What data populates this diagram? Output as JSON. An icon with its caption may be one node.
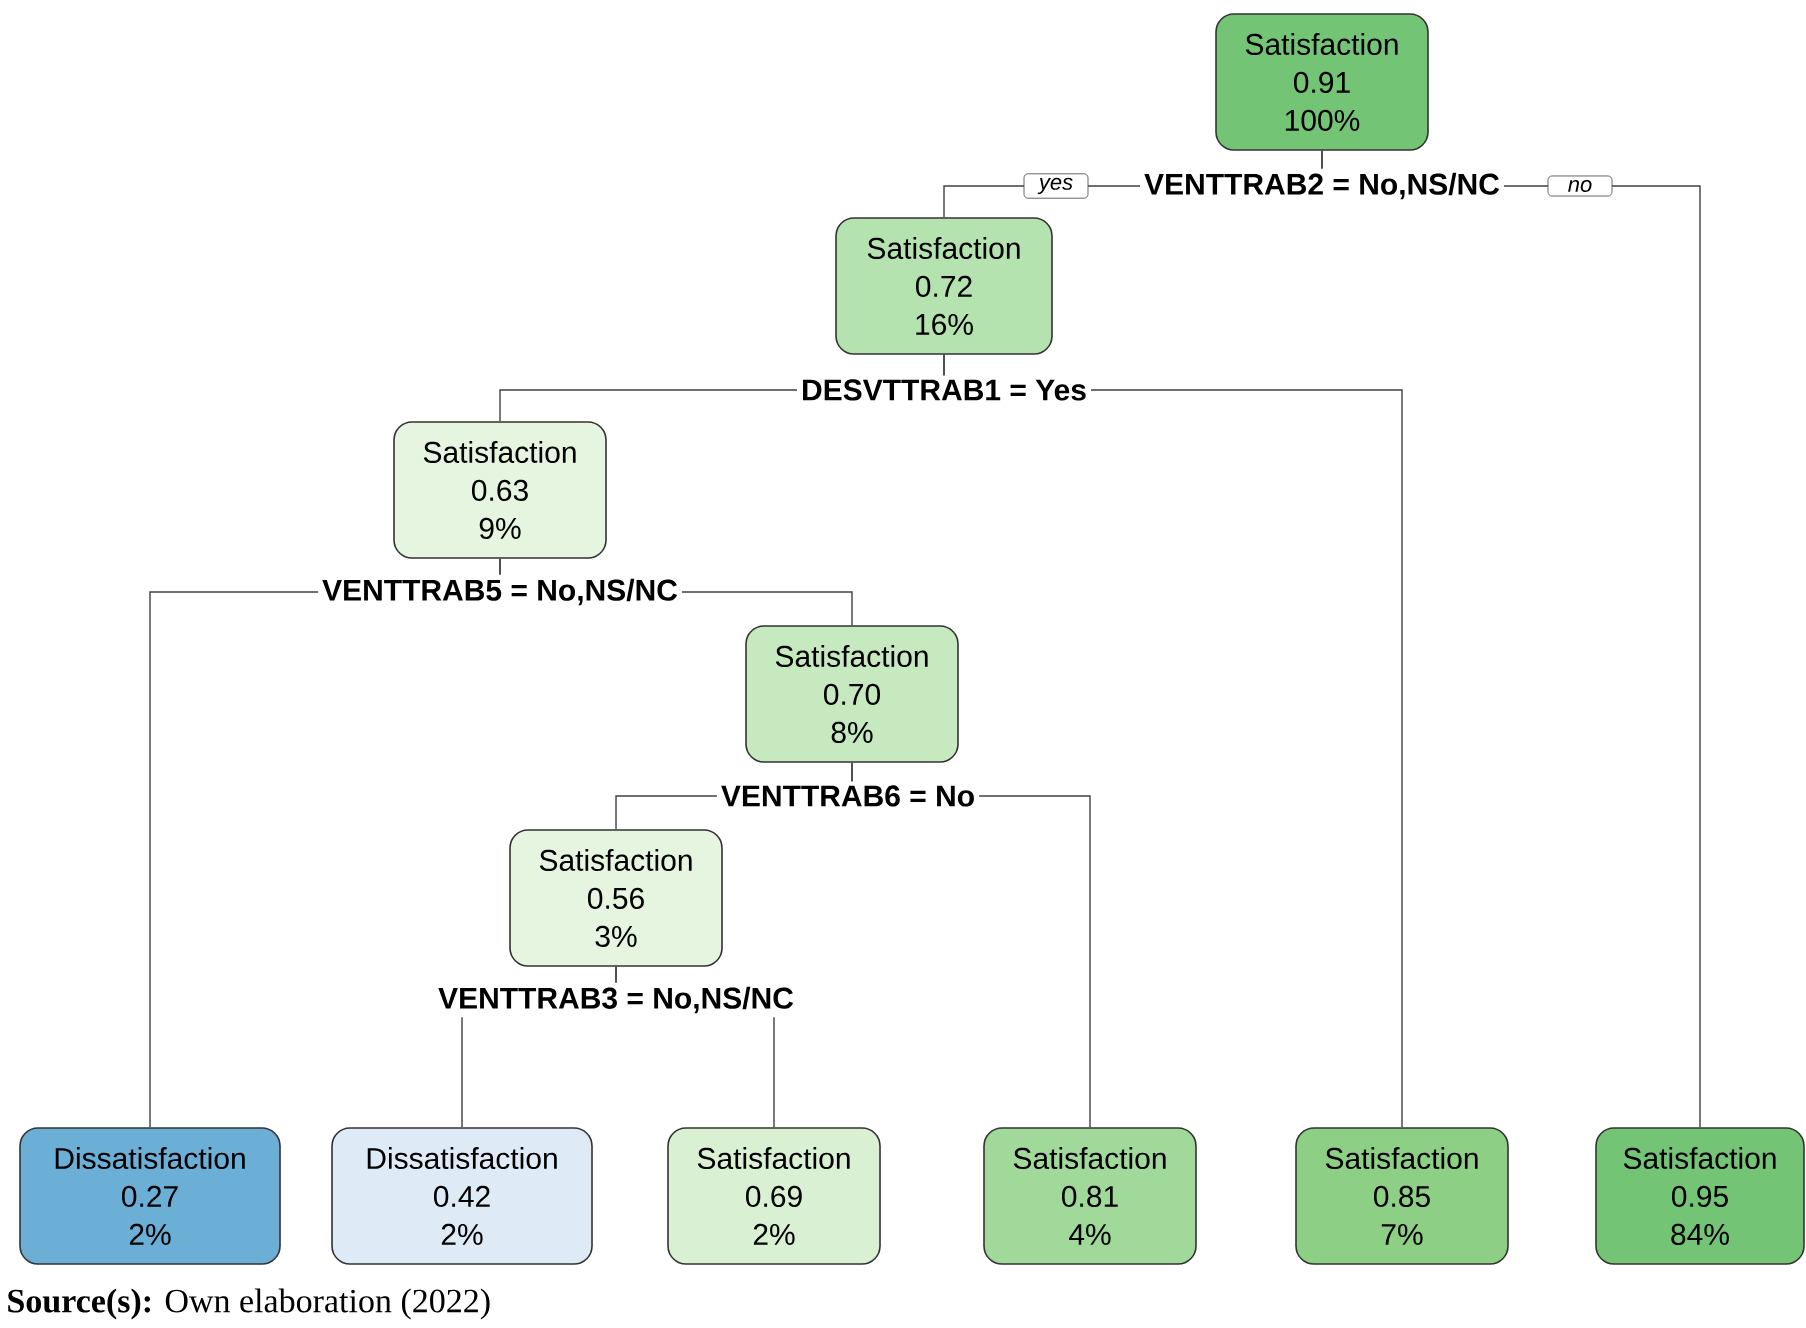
{
  "diagram": {
    "caption": "**Source(s):** Own elaboration (2022)",
    "nodes": [
      {
        "text": [
          "Satisfaction",
          "0.91",
          "100%"
        ]
      },
      {
        "text": [
          "Satisfaction",
          "0.72",
          "16%"
        ]
      },
      {
        "text": [
          "Satisfaction",
          "0.63",
          "9%"
        ]
      },
      {
        "text": [
          "Satisfaction",
          "0.70",
          "8%"
        ]
      },
      {
        "text": [
          "Satisfaction",
          "0.56",
          "3%"
        ]
      },
      {
        "text": [
          "Dissatisfaction",
          "0.27",
          "2%"
        ]
      },
      {
        "text": [
          "Dissatisfaction",
          "0.42",
          "2%"
        ]
      },
      {
        "text": [
          "Satisfaction",
          "0.69",
          "2%"
        ]
      },
      {
        "text": [
          "Satisfaction",
          "0.81",
          "4%"
        ]
      },
      {
        "text": [
          "Satisfaction",
          "0.85",
          "7%"
        ]
      },
      {
        "text": [
          "Satisfaction",
          "0.95",
          "84%"
        ]
      }
    ],
    "edges": [
      {
        "from": 0,
        "to": 1,
        "arrow": "none",
        "label": "yes"
      },
      {
        "from": 0,
        "to": 10,
        "arrow": "none",
        "label": "no"
      },
      {
        "from": 1,
        "to": 2,
        "arrow": "none"
      },
      {
        "from": 1,
        "to": 9,
        "arrow": "none"
      },
      {
        "from": 2,
        "to": 5,
        "arrow": "none"
      },
      {
        "from": 2,
        "to": 3,
        "arrow": "none"
      },
      {
        "from": 3,
        "to": 4,
        "arrow": "none"
      },
      {
        "from": 3,
        "to": 8,
        "arrow": "none"
      },
      {
        "from": 4,
        "to": 6,
        "arrow": "none"
      },
      {
        "from": 4,
        "to": 7,
        "arrow": "none"
      }
    ],
    "labels": [
      "VENTTRAB2 = No,NS/NC",
      "DESVTTRAB1 = Yes",
      "VENTTRAB5 = No,NS/NC",
      "VENTTRAB6 = No",
      "VENTTRAB3 = No,NS/NC"
    ]
  }
}
